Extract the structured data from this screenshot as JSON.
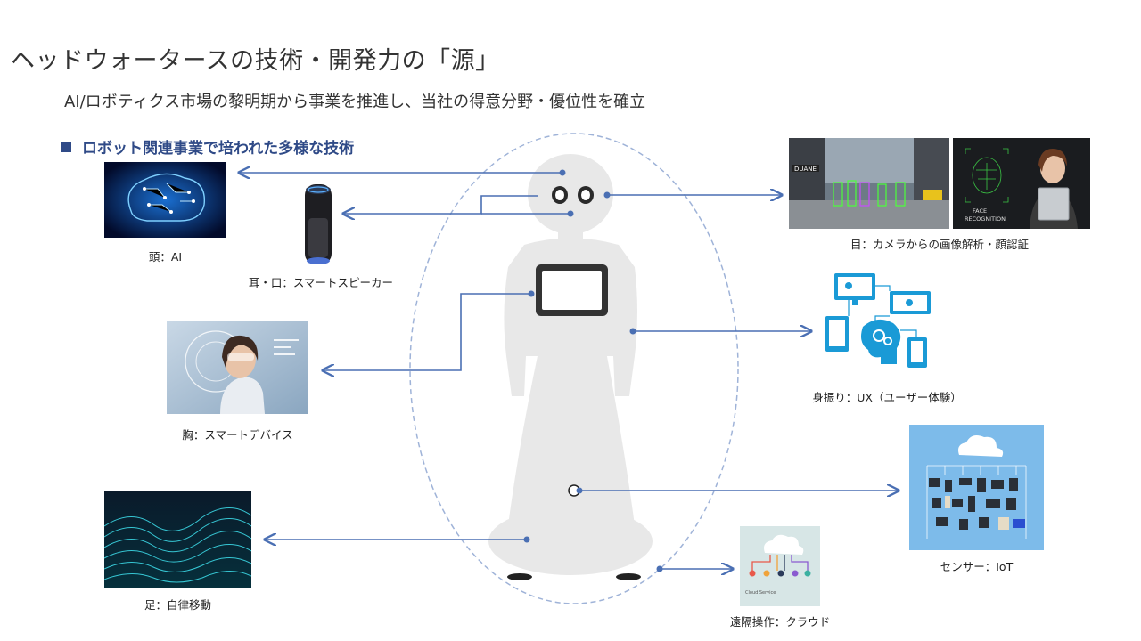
{
  "title": "ヘッドウォータースの技術・開発力の「源」",
  "subtitle": "AI/ロボティクス市場の黎明期から事業を推進し、当社の得意分野・優位性を確立",
  "section_heading": "ロボット関連事業で培われた多様な技術",
  "captions": {
    "head": "頭：AI",
    "ear_mouth": "耳・口：スマートスピーカー",
    "chest": "胸：スマートデバイス",
    "legs": "足：自律移動",
    "eyes": "目：カメラからの画像解析・顔認証",
    "gesture": "身振り：UX（ユーザー体験）",
    "sensor": "センサー：IoT",
    "remote": "遠隔操作：クラウド"
  },
  "image_texts": {
    "face_recognition": "FACE\nRECOGNITION",
    "street_sign": "DUANE",
    "cloud_service": "Cloud Service"
  },
  "colors": {
    "accent": "#2f4a87",
    "connector": "#4a6fb3",
    "robot": "#e8e8e8",
    "ellipse": "#9fb3d8",
    "icon_blue": "#1a9ad6"
  }
}
